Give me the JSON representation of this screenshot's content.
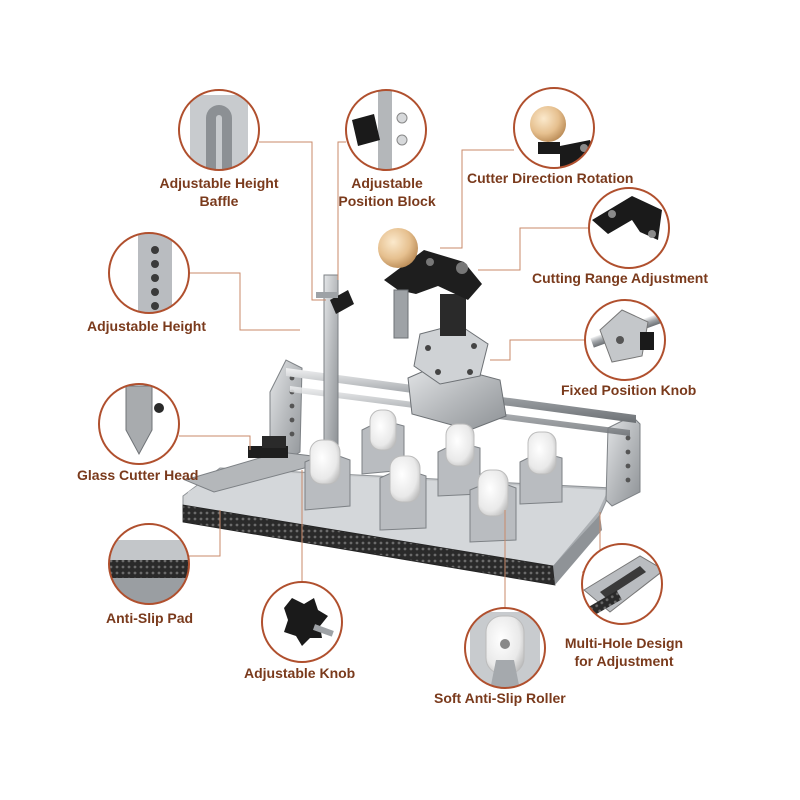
{
  "colors": {
    "label_text": "#7a3a1c",
    "leader_line": "#c98a6a",
    "callout_ring": "#b0502e",
    "steel": "#b9bcc0",
    "steel_dark": "#7d8185",
    "black_part": "#1e1e1e",
    "wood_knob": "#e8c79a",
    "roller_white": "#f2f2f2"
  },
  "callouts": [
    {
      "id": "adjustable-height-baffle",
      "lines": [
        "Adjustable Height",
        "Baffle"
      ],
      "icon": "u-slot-baffle-icon"
    },
    {
      "id": "adjustable-position-block",
      "lines": [
        "Adjustable",
        "Position Block"
      ],
      "icon": "position-block-icon"
    },
    {
      "id": "cutter-direction-rotation",
      "lines": [
        "Cutter Direction Rotation"
      ],
      "icon": "wooden-knob-icon"
    },
    {
      "id": "cutting-range-adjustment",
      "lines": [
        "Cutting Range Adjustment"
      ],
      "icon": "black-arm-icon"
    },
    {
      "id": "adjustable-height",
      "lines": [
        "Adjustable Height"
      ],
      "icon": "holed-plate-icon"
    },
    {
      "id": "fixed-position-knob",
      "lines": [
        "Fixed Position Knob"
      ],
      "icon": "fixed-knob-icon"
    },
    {
      "id": "glass-cutter-head",
      "lines": [
        "Glass Cutter Head"
      ],
      "icon": "cutter-head-icon"
    },
    {
      "id": "anti-slip-pad",
      "lines": [
        "Anti-Slip Pad"
      ],
      "icon": "anti-slip-pad-icon"
    },
    {
      "id": "multi-hole-design",
      "lines": [
        "Multi-Hole Design",
        "for Adjustment"
      ],
      "icon": "slotted-plate-icon"
    },
    {
      "id": "adjustable-knob",
      "lines": [
        "Adjustable Knob"
      ],
      "icon": "star-knob-icon"
    },
    {
      "id": "soft-anti-slip-roller",
      "lines": [
        "Soft Anti-Slip Roller"
      ],
      "icon": "roller-icon"
    }
  ]
}
